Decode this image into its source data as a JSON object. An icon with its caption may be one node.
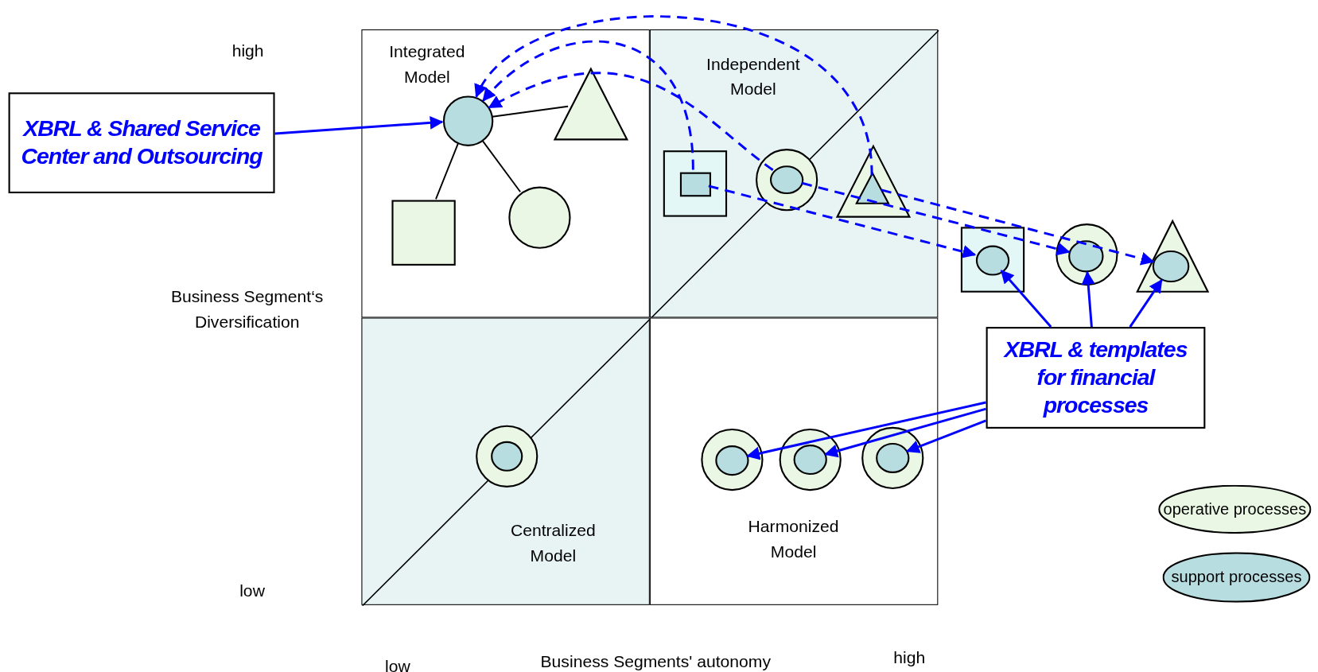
{
  "diagram": {
    "nodes": [
      {
        "text": [
          "Integrated Model"
        ]
      },
      {
        "text": [
          "Independent Model"
        ]
      },
      {
        "text": [
          "Centralized Model"
        ]
      },
      {
        "text": [
          "Harmonized Model"
        ]
      },
      {
        "text": [
          "XBRL & Shared Service Center and Outsourcing"
        ]
      },
      {
        "text": [],
        "shape": "circle",
        "in": 0
      },
      {
        "text": [],
        "shape": "triangle",
        "in": 0
      },
      {
        "text": [],
        "shape": "box",
        "in": 0
      },
      {
        "text": [],
        "shape": "circle",
        "in": 0
      },
      {
        "text": [],
        "shape": "box",
        "in": 1
      },
      {
        "text": [],
        "shape": "box",
        "in": 9
      },
      {
        "text": [],
        "shape": "circle",
        "in": 1
      },
      {
        "text": [],
        "shape": "ellipse",
        "in": 11
      },
      {
        "text": [],
        "shape": "triangle",
        "in": 1
      },
      {
        "text": [],
        "shape": "triangle",
        "in": 13
      },
      {
        "text": [],
        "shape": "box"
      },
      {
        "text": [],
        "shape": "ellipse",
        "in": 15
      },
      {
        "text": [],
        "shape": "circle"
      },
      {
        "text": [],
        "shape": "ellipse",
        "in": 17
      },
      {
        "text": [],
        "shape": "triangle"
      },
      {
        "text": [],
        "shape": "ellipse",
        "in": 19
      },
      {
        "text": [
          "XBRL & templates for financial processes"
        ]
      },
      {
        "text": [],
        "shape": "circle",
        "in": 2
      },
      {
        "text": [],
        "shape": "ellipse",
        "in": 22
      },
      {
        "text": [],
        "shape": "circle",
        "in": 3
      },
      {
        "text": [],
        "shape": "ellipse",
        "in": 24
      },
      {
        "text": [],
        "shape": "circle",
        "in": 3
      },
      {
        "text": [],
        "shape": "ellipse",
        "in": 26
      },
      {
        "text": [],
        "shape": "circle",
        "in": 3
      },
      {
        "text": [],
        "shape": "ellipse",
        "in": 28
      }
    ],
    "edges": [
      {
        "from": 4,
        "to": 5,
        "arrow": "to"
      },
      {
        "from": 5,
        "to": 6,
        "arrow": "none",
        "color": "#000000"
      },
      {
        "from": 5,
        "to": 7,
        "arrow": "none",
        "color": "#000000"
      },
      {
        "from": 5,
        "to": 8,
        "arrow": "none",
        "color": "#000000"
      },
      {
        "from": 10,
        "to": 5,
        "arrow": "to",
        "style": "dashed"
      },
      {
        "from": 12,
        "to": 5,
        "arrow": "to",
        "style": "dashed"
      },
      {
        "from": 14,
        "to": 5,
        "arrow": "to",
        "style": "dashed"
      },
      {
        "from": 10,
        "to": 16,
        "arrow": "to",
        "style": "dashed"
      },
      {
        "from": 12,
        "to": 18,
        "arrow": "to",
        "style": "dashed"
      },
      {
        "from": 14,
        "to": 20,
        "arrow": "to",
        "style": "dashed"
      },
      {
        "from": 21,
        "to": 16,
        "arrow": "to"
      },
      {
        "from": 21,
        "to": 18,
        "arrow": "to"
      },
      {
        "from": 21,
        "to": 20,
        "arrow": "to"
      },
      {
        "from": 21,
        "to": 25,
        "arrow": "to"
      },
      {
        "from": 21,
        "to": 27,
        "arrow": "to"
      },
      {
        "from": 21,
        "to": 29,
        "arrow": "to"
      }
    ],
    "labels": [
      "high",
      "Business Segment‘s Diversification",
      "low",
      "low",
      "Business Segments' autonomy",
      "high"
    ],
    "legend": [
      {
        "text": "operative processes",
        "color": "#eaf7e4"
      },
      {
        "text": "support processes",
        "color": "#b8dde0"
      }
    ]
  }
}
